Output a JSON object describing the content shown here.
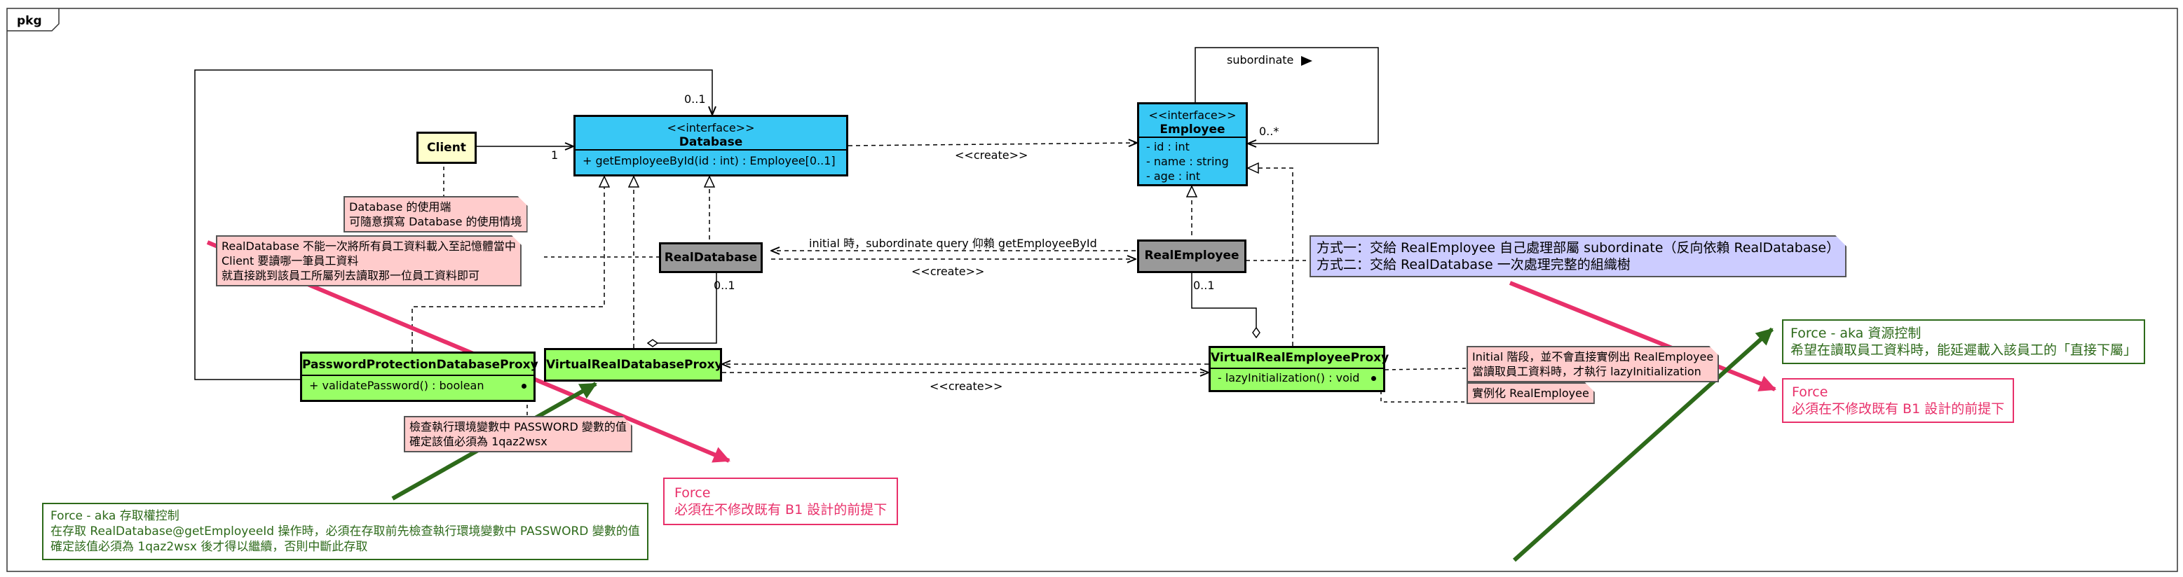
{
  "package": {
    "label": "pkg"
  },
  "colors": {
    "interface_fill": "#38c8f5",
    "client_fill": "#ffffcc",
    "real_fill": "#999999",
    "proxy_fill": "#99ff66",
    "note_fill": "#ffcccc",
    "note_blue_fill": "#ccccff",
    "force_green": "#2d6a1a",
    "force_pink": "#e8306a"
  },
  "classes": {
    "client": {
      "name": "Client"
    },
    "database": {
      "stereotype": "<<interface>>",
      "name": "Database",
      "op": "+ getEmployeeById(id : int) : Employee[0..1]"
    },
    "employee": {
      "stereotype": "<<interface>>",
      "name": "Employee",
      "attrs": [
        "- id : int",
        "- name : string",
        "- age : int"
      ]
    },
    "real_database": {
      "name": "RealDatabase"
    },
    "real_employee": {
      "name": "RealEmployee"
    },
    "password_proxy": {
      "name": "PasswordProtectionDatabaseProxy",
      "op": "+ validatePassword() : boolean"
    },
    "virtual_db_proxy": {
      "name": "VirtualRealDatabaseProxy"
    },
    "virtual_emp_proxy": {
      "name": "VirtualRealEmployeeProxy",
      "op": "- lazyInitialization() : void"
    }
  },
  "labels": {
    "mult_db_top": "0..1",
    "mult_client": "1",
    "create_db_emp": "<<create>>",
    "subordinate": "subordinate",
    "mult_emp_self": "0..*",
    "initial_query": "initial 時，subordinate query 仰賴 getEmployeeById",
    "create_real": "<<create>>",
    "mult_realdb": "0..1",
    "mult_realemp": "0..1",
    "create_proxy": "<<create>>"
  },
  "notes": {
    "client_note": [
      "Database 的使用端",
      "可隨意撰寫 Database 的使用情境"
    ],
    "realdb_note": [
      "RealDatabase 不能一次將所有員工資料載入至記憶體當中",
      "Client 要讀哪一筆員工資料",
      "就直接跳到該員工所屬列去讀取那一位員工資料即可"
    ],
    "password_note": [
      "檢查執行環境變數中 PASSWORD 變數的值",
      "確定該值必須為 1qaz2wsx"
    ],
    "option_note": [
      "方式一：交給 RealEmployee 自己處理部屬 subordinate（反向依賴 RealDatabase）",
      "方式二：交給 RealDatabase 一次處理完整的組織樹"
    ],
    "init_note": [
      "Initial 階段，並不會直接實例出 RealEmployee",
      "當讀取員工資料時，才執行 lazyInitialization"
    ],
    "instantiate_note": [
      "實例化 RealEmployee"
    ]
  },
  "forces": {
    "access_control": [
      "Force - aka 存取權控制",
      "在存取 RealDatabase@getEmployeeId 操作時，必須在存取前先檢查執行環境變數中 PASSWORD 變數的值",
      "確定該值必須為 1qaz2wsx 後才得以繼續，否則中斷此存取"
    ],
    "no_modify_1": [
      "Force",
      "必須在不修改既有 B1 設計的前提下"
    ],
    "resource_control": [
      "Force - aka 資源控制",
      "希望在讀取員工資料時，能延遲載入該員工的「直接下屬」"
    ],
    "no_modify_2": [
      "Force",
      "必須在不修改既有 B1 設計的前提下"
    ]
  }
}
